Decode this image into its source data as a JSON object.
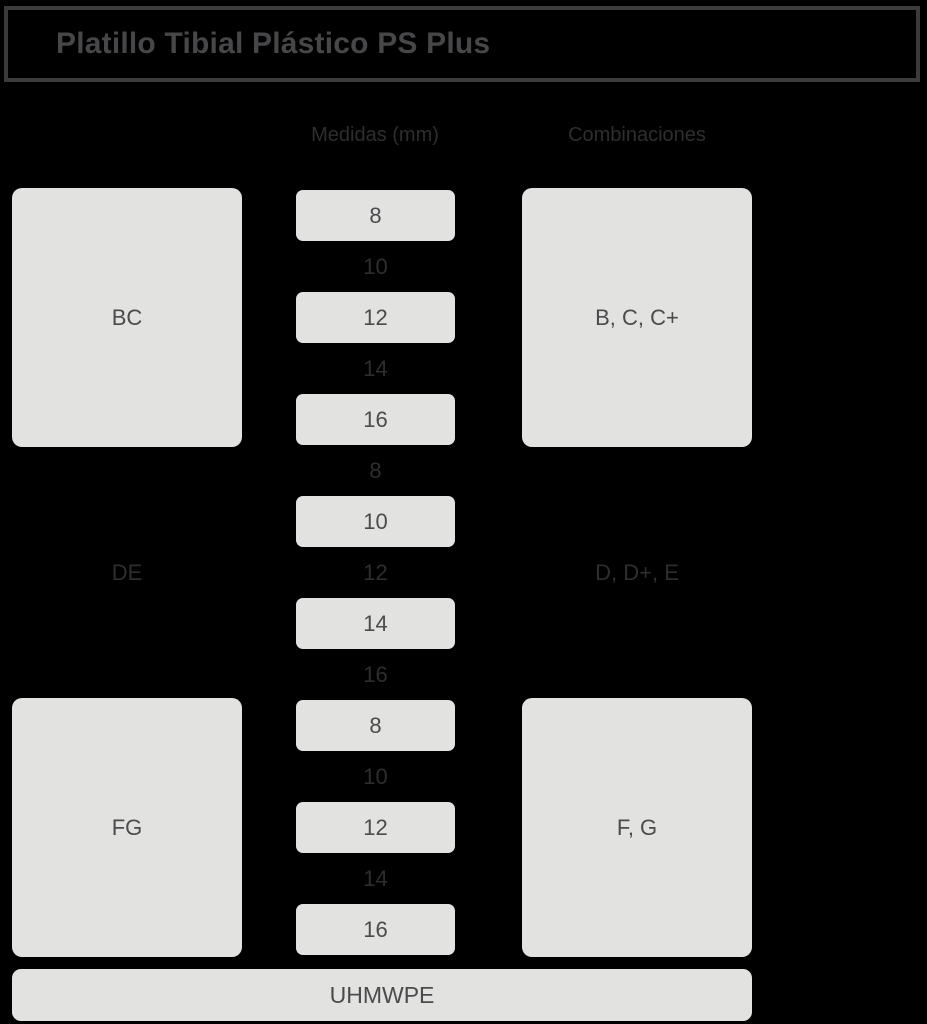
{
  "title": {
    "text": "Platillo Tibial Plástico PS Plus"
  },
  "headers": {
    "sizes_column": "",
    "measures": "Medidas  (mm)",
    "combinations": "Combinaciones"
  },
  "colors": {
    "background": "#000000",
    "card_fill": "#e2e2e0",
    "card_text": "#4b4b4d",
    "plain_text": "#2e2e30",
    "title_text": "#47474a",
    "title_border": "#3b3b3d"
  },
  "groups": [
    {
      "size_label": "BC",
      "size_boxed": true,
      "combination_label": "B, C, C+",
      "combination_boxed": true,
      "measures": [
        {
          "value": "8",
          "highlighted": true
        },
        {
          "value": "10",
          "highlighted": false
        },
        {
          "value": "12",
          "highlighted": true
        },
        {
          "value": "14",
          "highlighted": false
        },
        {
          "value": "16",
          "highlighted": true
        }
      ]
    },
    {
      "size_label": "DE",
      "size_boxed": false,
      "combination_label": "D, D+, E",
      "combination_boxed": false,
      "measures": [
        {
          "value": "8",
          "highlighted": false
        },
        {
          "value": "10",
          "highlighted": true
        },
        {
          "value": "12",
          "highlighted": false
        },
        {
          "value": "14",
          "highlighted": true
        },
        {
          "value": "16",
          "highlighted": false
        }
      ]
    },
    {
      "size_label": "FG",
      "size_boxed": true,
      "combination_label": "F, G",
      "combination_boxed": true,
      "measures": [
        {
          "value": "8",
          "highlighted": true
        },
        {
          "value": "10",
          "highlighted": false
        },
        {
          "value": "12",
          "highlighted": true
        },
        {
          "value": "14",
          "highlighted": false
        },
        {
          "value": "16",
          "highlighted": true
        }
      ]
    }
  ],
  "material": {
    "label": "UHMWPE"
  }
}
